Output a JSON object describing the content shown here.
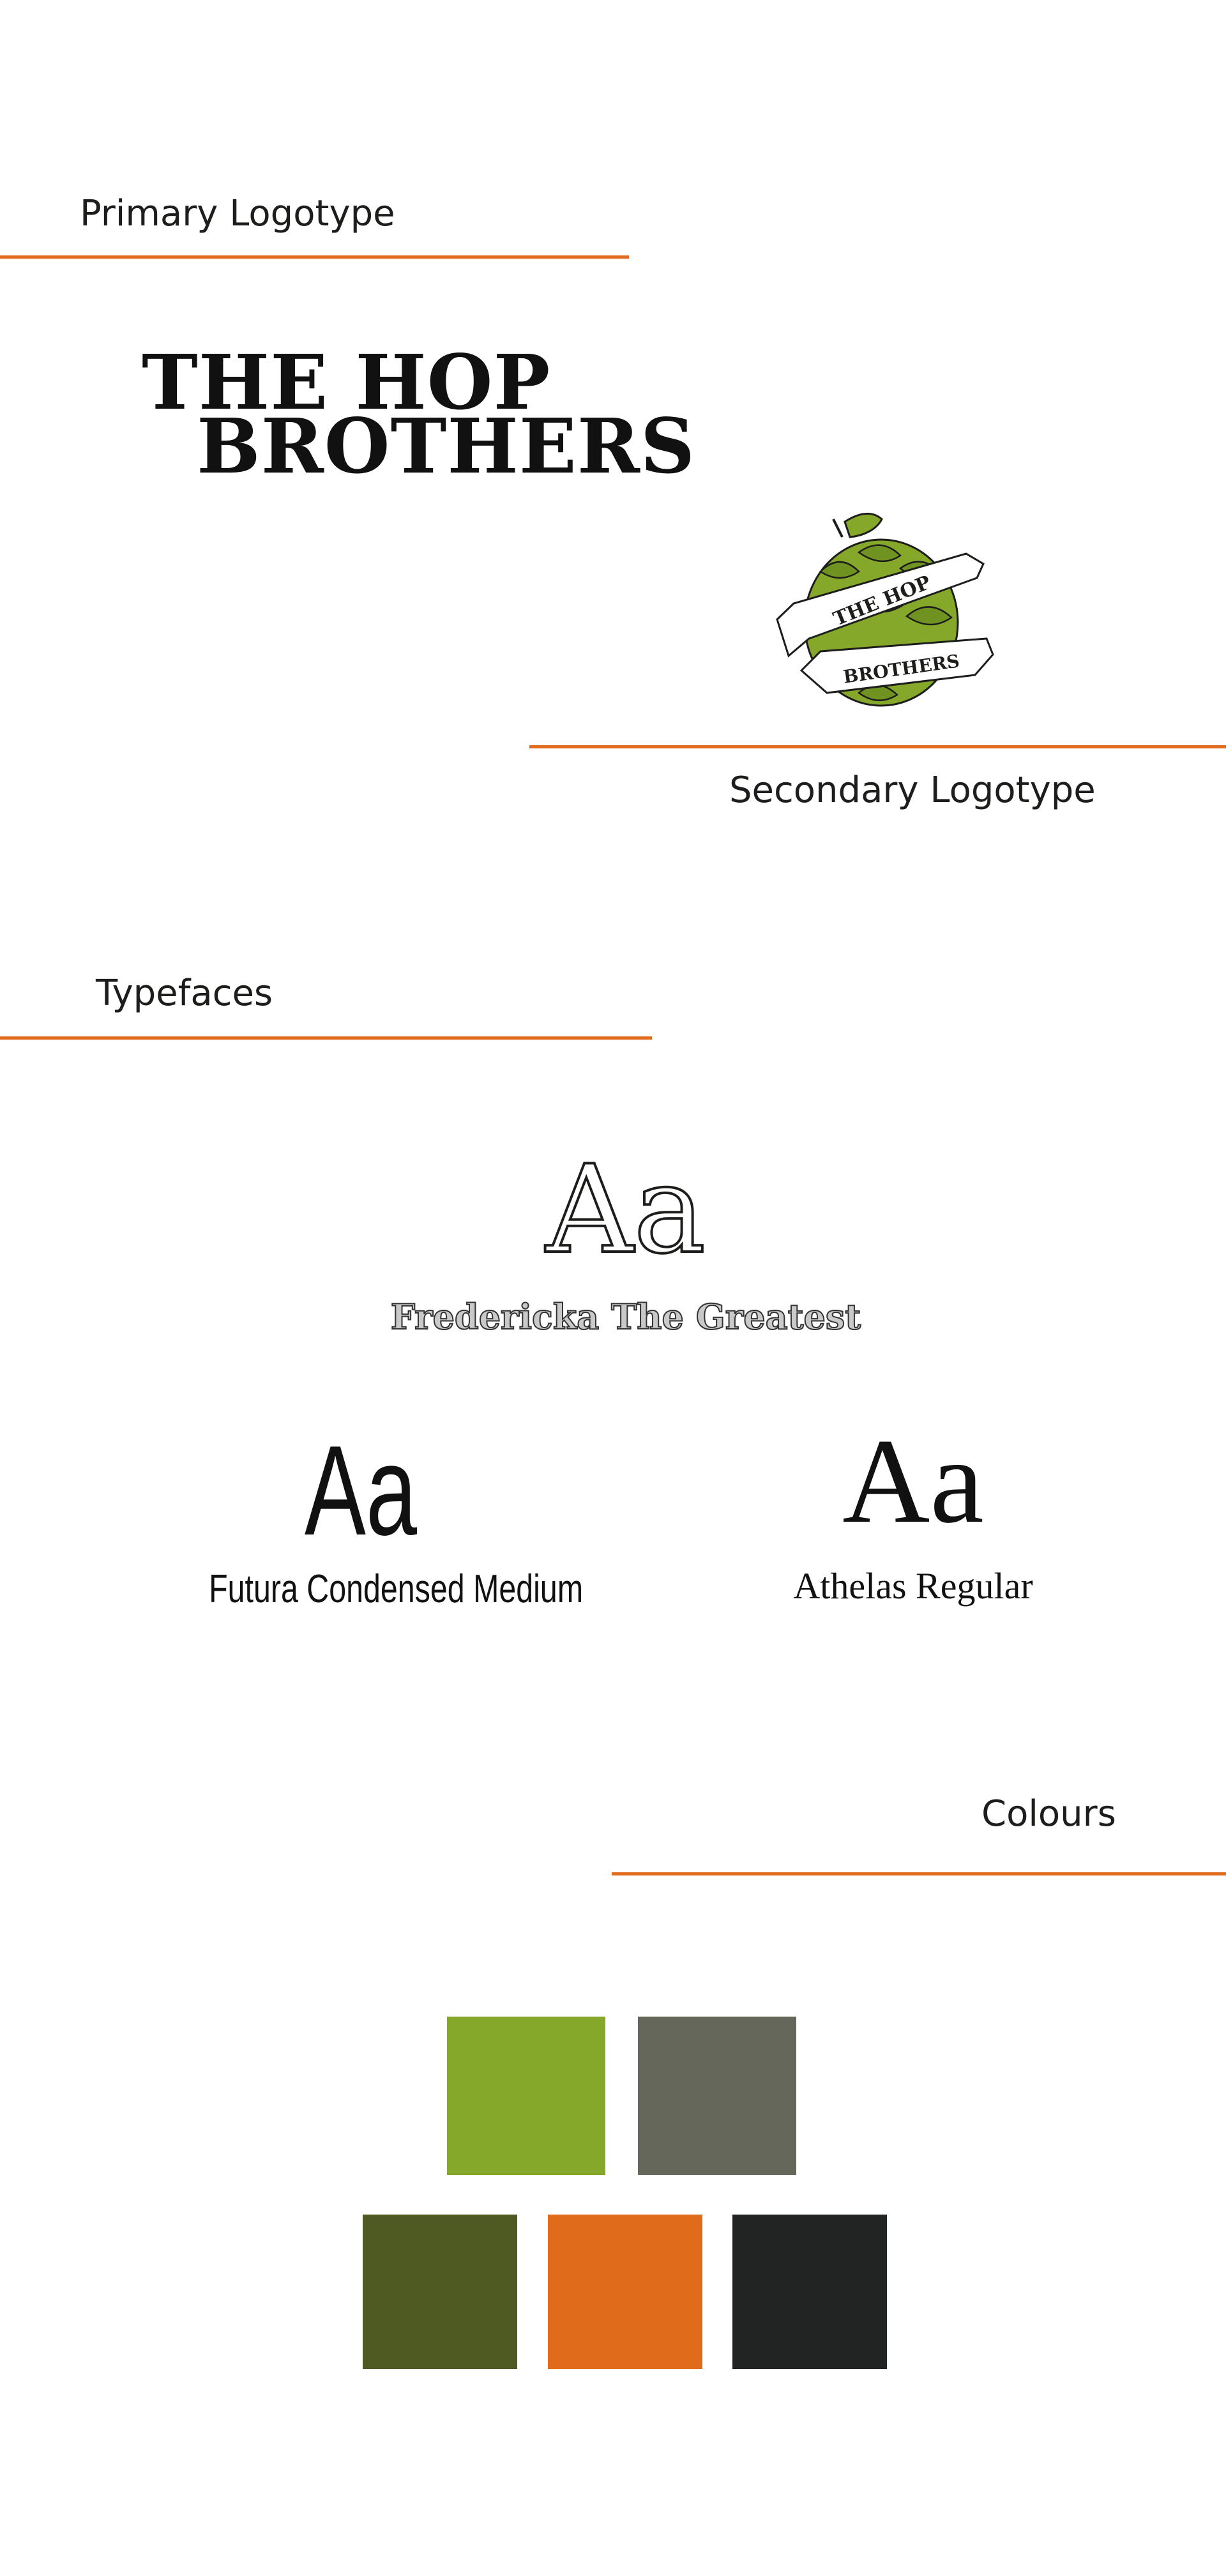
{
  "sections": {
    "primary_logotype": "Primary Logotype",
    "secondary_logotype": "Secondary Logotype",
    "typefaces": "Typefaces",
    "colours": "Colours"
  },
  "primary_logo": {
    "line1": "THE HOP",
    "line2": "BROTHERS"
  },
  "secondary_logo": {
    "banner_top": "THE HOP",
    "banner_bottom": "BROTHERS",
    "icon": "hop-cone-icon"
  },
  "typefaces": [
    {
      "sample": "Aa",
      "name": "Fredericka The Greatest"
    },
    {
      "sample": "Aa",
      "name": "Futura Condensed Medium"
    },
    {
      "sample": "Aa",
      "name": "Athelas Regular"
    }
  ],
  "colours": {
    "accent_rule": "#E16B1A",
    "row1": [
      "#86A82A",
      "#65675A"
    ],
    "row2": [
      "#4E5A22",
      "#E06B1A",
      "#222423"
    ]
  }
}
